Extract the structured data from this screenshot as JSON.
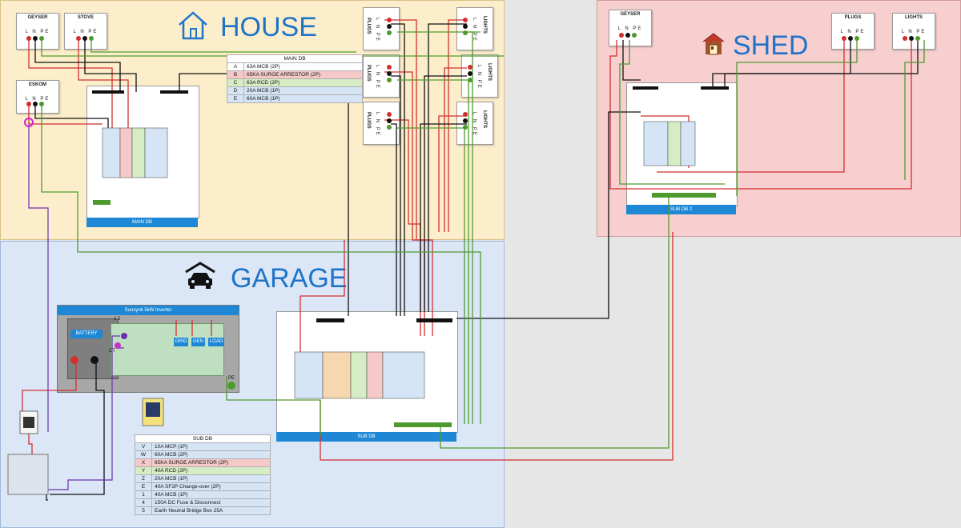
{
  "zones": {
    "house": "HOUSE",
    "garage": "GARAGE",
    "shed": "SHED"
  },
  "terminals": {
    "l": "L",
    "n": "N",
    "pe": "PE",
    "lnpe": "L N PE"
  },
  "house_devices": {
    "geyser": "GEYSER",
    "stove": "STOVE",
    "eskom": "ESKOM",
    "plugs": "PLUGS",
    "lights": "LIGHTS"
  },
  "shed_devices": {
    "geyser": "GEYSER",
    "plugs": "PLUGS",
    "lights": "LIGHTS"
  },
  "boards": {
    "main_db": "MAIN DB",
    "sub_db": "SUB DB",
    "sub_db2": "SUB DB 2"
  },
  "main_legend": {
    "title": "MAIN DB",
    "rows": [
      {
        "code": "A",
        "desc": "63A MCB (2P)",
        "color": "#ffffff"
      },
      {
        "code": "B",
        "desc": "65KA SURGE ARRESTOR (2P)",
        "color": "#f6c9c9"
      },
      {
        "code": "C",
        "desc": "63A RCD (2P)",
        "color": "#d6ecc5"
      },
      {
        "code": "D",
        "desc": "20A MCB (1P)",
        "color": "#d5e5f6"
      },
      {
        "code": "E",
        "desc": "60A MCB (1P)",
        "color": "#d5e5f6"
      }
    ]
  },
  "sub_legend": {
    "title": "SUB DB",
    "rows": [
      {
        "code": "V",
        "desc": "10A MCP (1P)",
        "color": "#d5e5f6"
      },
      {
        "code": "W",
        "desc": "60A MCB (2P)",
        "color": "#d5e5f6"
      },
      {
        "code": "X",
        "desc": "65KA SURGE ARRESTOR (2P)",
        "color": "#f6c9c9"
      },
      {
        "code": "Y",
        "desc": "40A RCD (2P)",
        "color": "#d6ecc5"
      },
      {
        "code": "Z",
        "desc": "20A MCB (1P)",
        "color": "#d5e5f6"
      },
      {
        "code": "E",
        "desc": "40A SF2P Change-over (2P)",
        "color": "#d5e5f6"
      },
      {
        "code": "1",
        "desc": "40A MCB (1P)",
        "color": "#d5e5f6"
      },
      {
        "code": "4",
        "desc": "150A DC Fuse & Disconnect",
        "color": "#d5e5f6"
      },
      {
        "code": "5",
        "desc": "Earth Neutral Bridge Box 25A",
        "color": "#d5e5f6"
      }
    ]
  },
  "inverter": {
    "title": "Sunsynk 5kW Inverter",
    "battery": "BATTERY",
    "grid": "GRID",
    "gen": "GEN",
    "load": "LOAD",
    "pe": "PE",
    "port_numbers": "1 2",
    "ct": "CT"
  },
  "colors": {
    "house": "#fdeecb",
    "garage": "#dbe7f7",
    "shed": "#f7cfcf",
    "live": "#d32f2f",
    "neutral": "#111111",
    "earth": "#4f9a2e",
    "accent": "#1e88d6"
  }
}
